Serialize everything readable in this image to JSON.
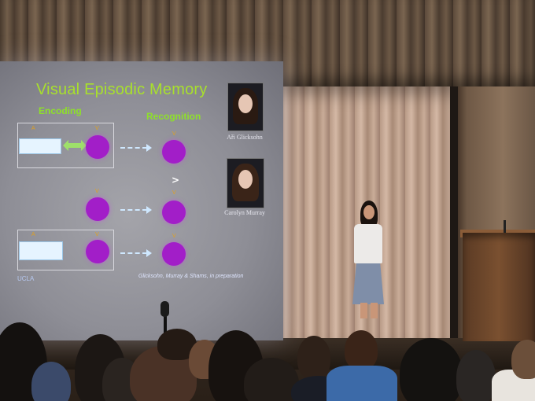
{
  "slide": {
    "title": "Visual Episodic Memory",
    "encoding_label": "Encoding",
    "recognition_label": "Recognition",
    "greater_than": ">",
    "tag_a": "A",
    "tag_v": "V",
    "caption_1": "Aři Glicksohn",
    "caption_2": "Carolyn Murray",
    "citation": "Glicksohn, Murray & Shams, in preparation",
    "logo": "UCLA"
  },
  "colors": {
    "title_green": "#a8e02c",
    "label_green": "#8ee02a",
    "circle_purple": "#a21ec8",
    "screen_gray": "#8e8e96"
  }
}
